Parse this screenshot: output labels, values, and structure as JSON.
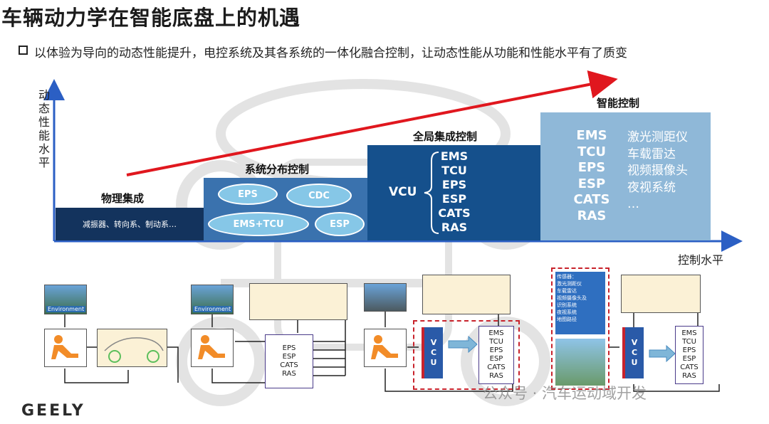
{
  "header": {
    "title": "车辆动力学在智能底盘上的机遇",
    "subtitle": "以体验为导向的动态性能提升，电控系统及其各系统的一体化融合控制，让动态性能从功能和性能水平有了质变"
  },
  "axes": {
    "y_label": "动态性能水平",
    "x_label": "控制水平"
  },
  "stages": {
    "physical": {
      "title": "物理集成",
      "text": "减振器、转向系、制动系…"
    },
    "distributed": {
      "title": "系统分布控制",
      "ovals": [
        "EPS",
        "CDC",
        "EMS+TCU",
        "ESP"
      ]
    },
    "global": {
      "title": "全局集成控制",
      "vcu": "VCU",
      "systems": [
        "EMS",
        "TCU",
        "EPS",
        "ESP",
        "CATS",
        "RAS"
      ]
    },
    "intelligent": {
      "title": "智能控制",
      "systems": [
        "EMS",
        "TCU",
        "EPS",
        "ESP",
        "CATS",
        "RAS"
      ],
      "sensors": [
        "激光测距仪",
        "车载雷达",
        "视频摄像头",
        "夜视系统",
        "…"
      ]
    }
  },
  "diagrams": {
    "environment_label": "Environment",
    "ctrl_list": [
      "EPS",
      "ESP",
      "CATS",
      "RAS"
    ],
    "ctrl_list_full": [
      "EMS",
      "TCU",
      "EPS",
      "ESP",
      "CATS",
      "RAS"
    ],
    "vcu_letters": [
      "V",
      "C",
      "U"
    ],
    "sensor_list": [
      "传感器：",
      "激光测距仪",
      "车载雷达",
      "视频摄像头及",
      "识别系统",
      "夜视系统",
      "地图路径"
    ]
  },
  "footer": {
    "brand": "GEELY",
    "watermark": "公众号 · 汽车运动域开发"
  },
  "colors": {
    "arrow": "#e0171e",
    "axis": "#2b5fc4",
    "dark_navy": "#13335d",
    "mid_blue": "#3a72ae",
    "deep_blue": "#15508c",
    "light_blue": "#8fb8d8",
    "dashed_red": "#c8232c"
  }
}
